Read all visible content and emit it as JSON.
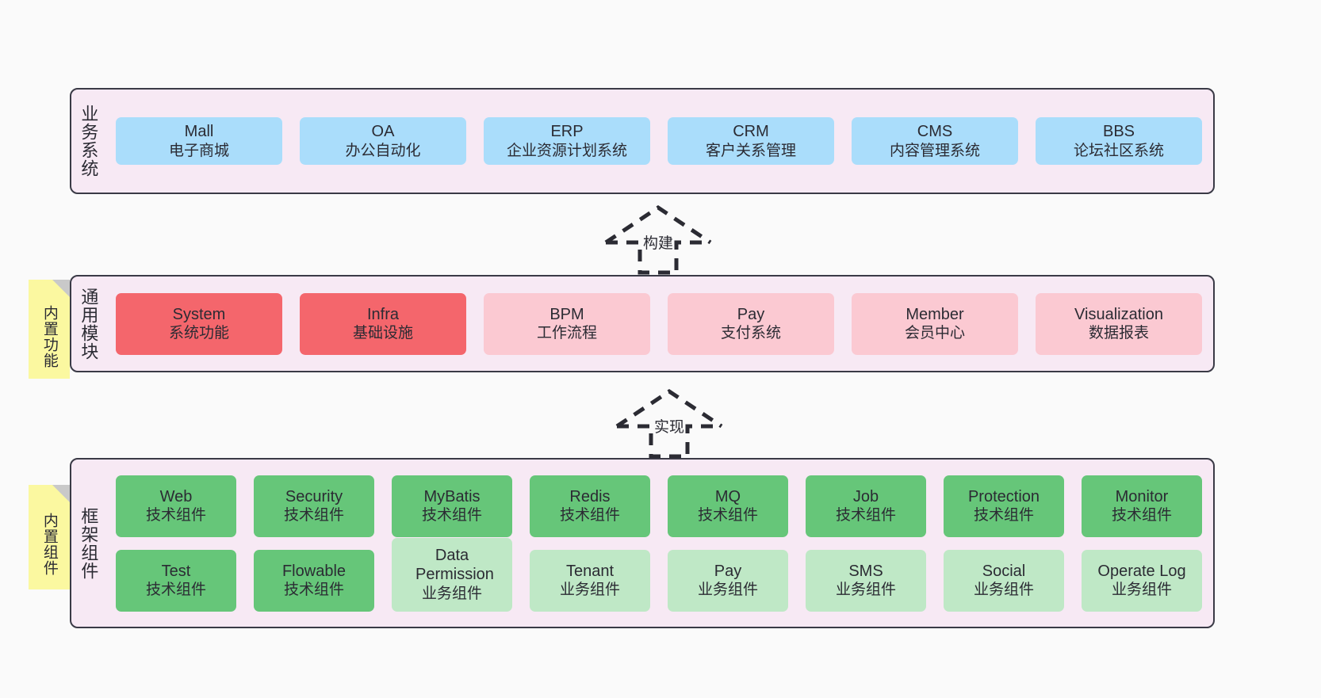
{
  "diagram": {
    "title": "",
    "colors": {
      "canvas_bg": "#fafafa",
      "layer_bg": "#f7e9f4",
      "layer_border": "#3a3a46",
      "blue": "#aaddfb",
      "red": "#f4666c",
      "pink": "#fbc9d2",
      "green": "#66c679",
      "light_green": "#bfe8c6",
      "note_yellow": "#fbf8a0",
      "note_fold": "#c9c9c9"
    }
  },
  "layers": [
    {
      "key": "business",
      "title": "业务系统",
      "rows": [
        [
          {
            "en": "Mall",
            "cn": "电子商城",
            "style": "blue"
          },
          {
            "en": "OA",
            "cn": "办公自动化",
            "style": "blue"
          },
          {
            "en": "ERP",
            "cn": "企业资源计划系统",
            "style": "blue"
          },
          {
            "en": "CRM",
            "cn": "客户关系管理",
            "style": "blue"
          },
          {
            "en": "CMS",
            "cn": "内容管理系统",
            "style": "blue"
          },
          {
            "en": "BBS",
            "cn": "论坛社区系统",
            "style": "blue"
          }
        ]
      ]
    },
    {
      "key": "common",
      "title": "通用模块",
      "note": "内置功能",
      "rows": [
        [
          {
            "en": "System",
            "cn": "系统功能",
            "style": "red"
          },
          {
            "en": "Infra",
            "cn": "基础设施",
            "style": "red"
          },
          {
            "en": "BPM",
            "cn": "工作流程",
            "style": "pink"
          },
          {
            "en": "Pay",
            "cn": "支付系统",
            "style": "pink"
          },
          {
            "en": "Member",
            "cn": "会员中心",
            "style": "pink"
          },
          {
            "en": "Visualization",
            "cn": "数据报表",
            "style": "pink"
          }
        ]
      ]
    },
    {
      "key": "framework",
      "title": "框架组件",
      "note": "内置组件",
      "rows": [
        [
          {
            "en": "Web",
            "cn": "技术组件",
            "style": "green"
          },
          {
            "en": "Security",
            "cn": "技术组件",
            "style": "green"
          },
          {
            "en": "MyBatis",
            "cn": "技术组件",
            "style": "green"
          },
          {
            "en": "Redis",
            "cn": "技术组件",
            "style": "green"
          },
          {
            "en": "MQ",
            "cn": "技术组件",
            "style": "green"
          },
          {
            "en": "Job",
            "cn": "技术组件",
            "style": "green"
          },
          {
            "en": "Protection",
            "cn": "技术组件",
            "style": "green"
          },
          {
            "en": "Monitor",
            "cn": "技术组件",
            "style": "green"
          }
        ],
        [
          {
            "en": "Test",
            "cn": "技术组件",
            "style": "green"
          },
          {
            "en": "Flowable",
            "cn": "技术组件",
            "style": "green"
          },
          {
            "en": "Data Permission",
            "cn": "业务组件",
            "style": "lgreen"
          },
          {
            "en": "Tenant",
            "cn": "业务组件",
            "style": "lgreen"
          },
          {
            "en": "Pay",
            "cn": "业务组件",
            "style": "lgreen"
          },
          {
            "en": "SMS",
            "cn": "业务组件",
            "style": "lgreen"
          },
          {
            "en": "Social",
            "cn": "业务组件",
            "style": "lgreen"
          },
          {
            "en": "Operate Log",
            "cn": "业务组件",
            "style": "lgreen"
          }
        ]
      ]
    }
  ],
  "arrows": [
    {
      "key": "build",
      "label": "构建"
    },
    {
      "key": "implement",
      "label": "实现"
    }
  ]
}
